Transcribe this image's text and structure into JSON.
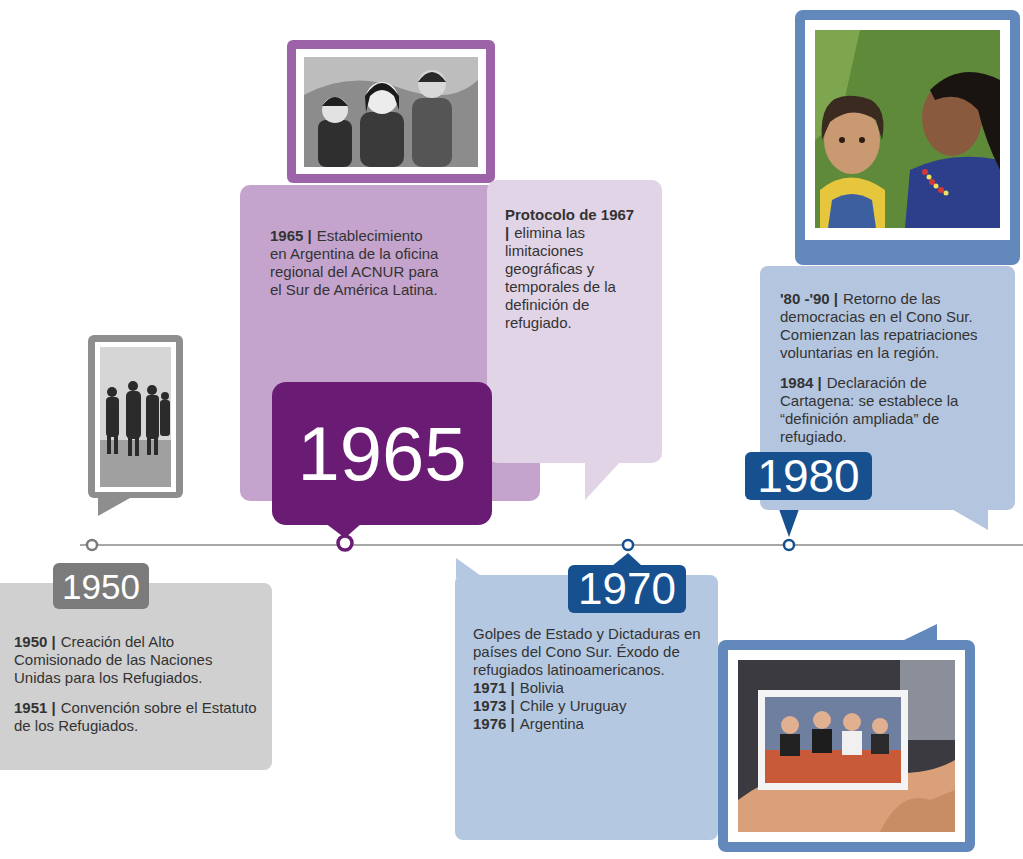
{
  "diagram": {
    "nodes": [
      {
        "text": [
          "1950"
        ]
      },
      {
        "text": [
          "1950 |",
          "Creación del Alto Comisionado de las Naciones Unidas para los Refugiados.",
          "1951 |",
          "Convención sobre el Estatuto de los Refugiados."
        ]
      },
      {
        "text": [
          "1965 |",
          "Establecimiento en Argentina de la oficina regional del ACNUR para el Sur de América Latina."
        ]
      },
      {
        "text": [
          "1965"
        ]
      },
      {
        "text": [
          "Protocolo de 1967 |",
          "elimina las limitaciones geográficas y temporales de la definición de refugiado."
        ]
      },
      {
        "text": [
          "1970"
        ]
      },
      {
        "text": [
          "Golpes de Estado y Dictaduras en países del Cono Sur. Éxodo de refugiados latinoamericanos.",
          "1971 |",
          "Bolivia",
          "1973 |",
          "Chile y Uruguay",
          "1976 |",
          "Argentina"
        ]
      },
      {
        "text": [
          "'80 -'90 |",
          "Retorno de las democracias en el Cono Sur. Comienzan las repatriaciones voluntarias en la región.",
          "1984 |",
          "Declaración de Cartagena: se establece la “definición ampliada” de refugiado."
        ]
      },
      {
        "text": [
          "1980"
        ]
      }
    ]
  }
}
